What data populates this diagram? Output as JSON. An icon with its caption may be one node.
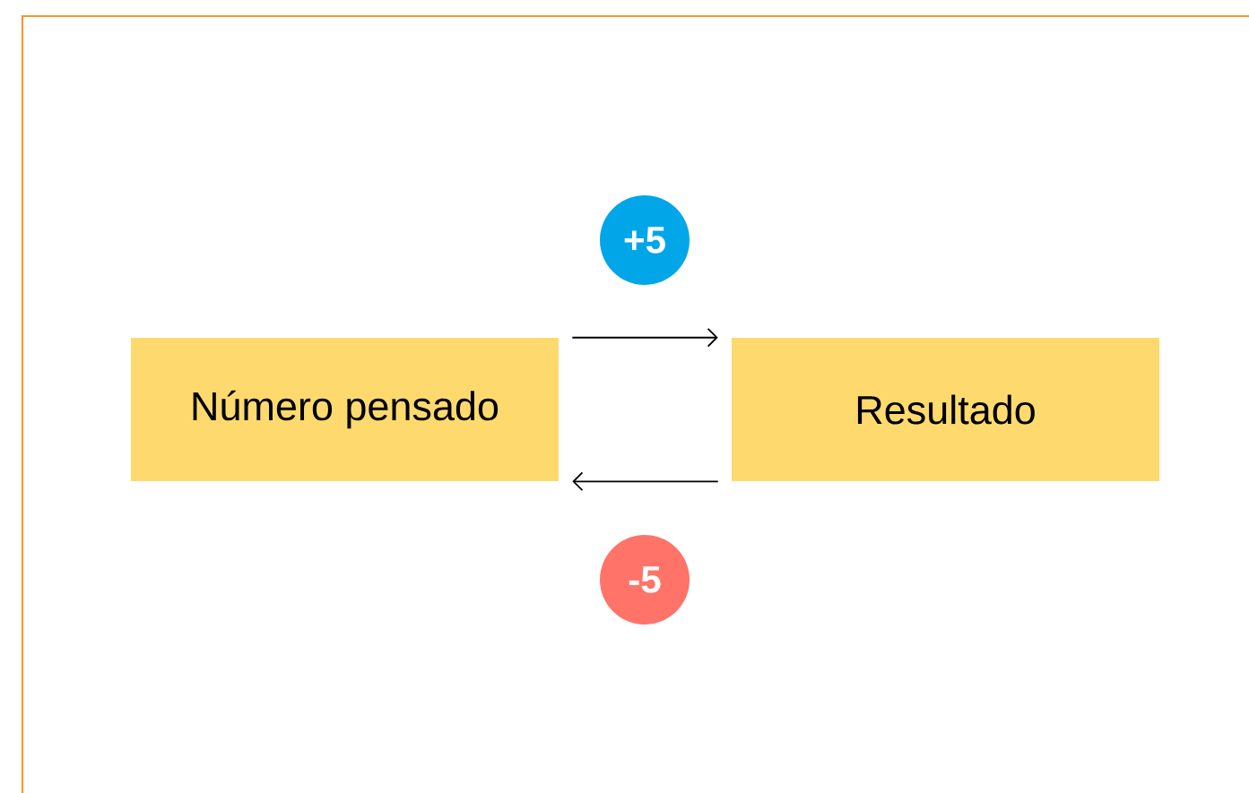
{
  "diagram": {
    "nodes": [
      {
        "text": [
          "Número pensado"
        ]
      },
      {
        "text": [
          "Resultado"
        ]
      },
      {
        "text": [
          "+5"
        ]
      },
      {
        "text": [
          "-5"
        ]
      }
    ],
    "edges": [
      {
        "from": 0,
        "to": 1,
        "arrow": "to"
      },
      {
        "from": 1,
        "to": 0,
        "arrow": "to"
      }
    ]
  }
}
